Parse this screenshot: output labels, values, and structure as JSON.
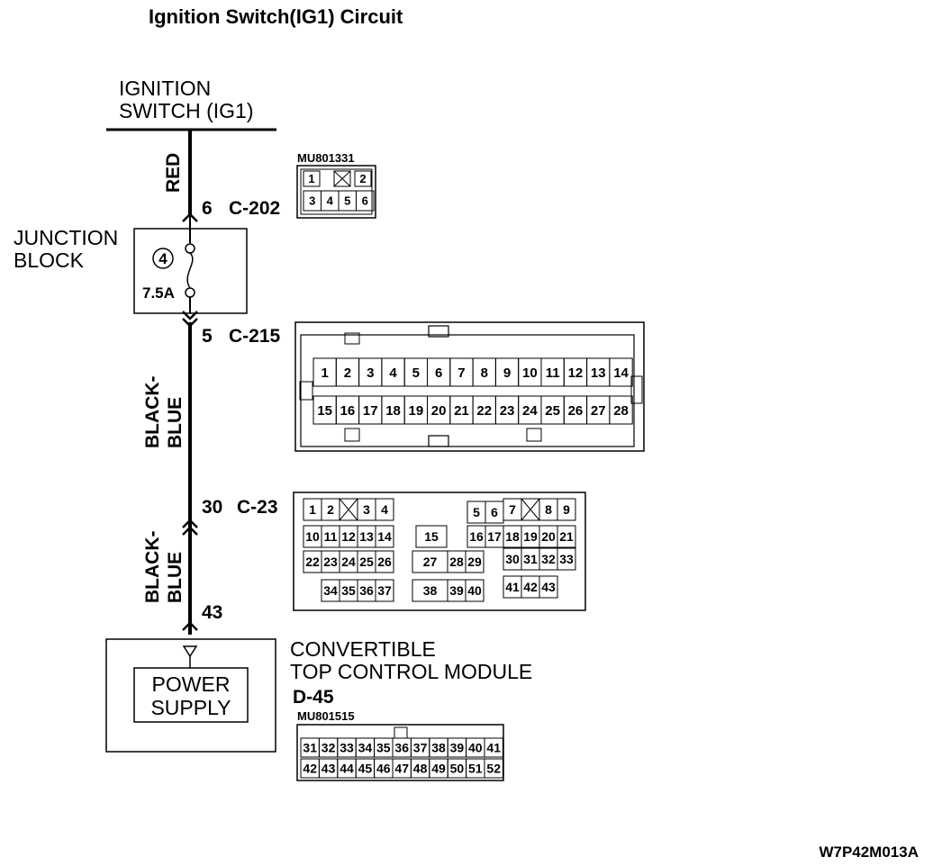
{
  "title": "Ignition Switch(IG1) Circuit",
  "figure_code": "W7P42M013A",
  "ignition_switch": {
    "line1": "IGNITION",
    "line2": "SWITCH (IG1)"
  },
  "wires": {
    "w1": "RED",
    "w2_line1": "BLACK-",
    "w2_line2": "BLUE",
    "w3_line1": "BLACK-",
    "w3_line2": "BLUE"
  },
  "junction_block": {
    "line1": "JUNCTION",
    "line2": "BLOCK",
    "fuse_number": "4",
    "fuse_rating": "7.5A"
  },
  "connectors": {
    "c202": {
      "pin": "6",
      "name": "C-202",
      "part_number": "MU801331",
      "top_pins": [
        "1",
        "",
        "2"
      ],
      "bottom_pins": [
        "3",
        "4",
        "5",
        "6"
      ]
    },
    "c215": {
      "pin": "5",
      "name": "C-215",
      "top_pins": [
        "1",
        "2",
        "3",
        "4",
        "5",
        "6",
        "7",
        "8",
        "9",
        "10",
        "11",
        "12",
        "13",
        "14"
      ],
      "bottom_pins": [
        "15",
        "16",
        "17",
        "18",
        "19",
        "20",
        "21",
        "22",
        "23",
        "24",
        "25",
        "26",
        "27",
        "28"
      ]
    },
    "c23": {
      "pin": "30",
      "name": "C-23",
      "pins": [
        "1",
        "2",
        "3",
        "4",
        "5",
        "6",
        "7",
        "8",
        "9",
        "10",
        "11",
        "12",
        "13",
        "14",
        "15",
        "16",
        "17",
        "18",
        "19",
        "20",
        "21",
        "22",
        "23",
        "24",
        "25",
        "26",
        "27",
        "28",
        "29",
        "30",
        "31",
        "32",
        "33",
        "34",
        "35",
        "36",
        "37",
        "38",
        "39",
        "40",
        "41",
        "42",
        "43"
      ]
    },
    "d45": {
      "pin": "43",
      "name": "D-45",
      "part_number": "MU801515",
      "top_pins": [
        "31",
        "32",
        "33",
        "34",
        "35",
        "36",
        "37",
        "38",
        "39",
        "40",
        "41"
      ],
      "bottom_pins": [
        "42",
        "43",
        "44",
        "45",
        "46",
        "47",
        "48",
        "49",
        "50",
        "51",
        "52"
      ]
    }
  },
  "module": {
    "line1": "CONVERTIBLE",
    "line2": "TOP CONTROL MODULE",
    "power_supply_line1": "POWER",
    "power_supply_line2": "SUPPLY"
  }
}
